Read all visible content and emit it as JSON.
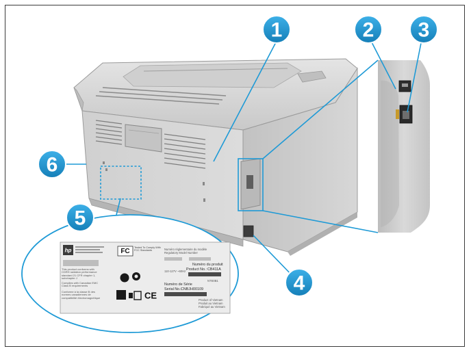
{
  "colors": {
    "callout_fill": "#1e9ad6",
    "callout_stroke": "#ffffff",
    "leader_line": "#1e9ad6",
    "printer_body": "#d6d6d6",
    "label_plate": "#e9e9e9"
  },
  "callouts": [
    {
      "id": "1",
      "label": "1"
    },
    {
      "id": "2",
      "label": "2"
    },
    {
      "id": "3",
      "label": "3"
    },
    {
      "id": "4",
      "label": "4"
    },
    {
      "id": "5",
      "label": "5"
    },
    {
      "id": "6",
      "label": "6"
    }
  ],
  "regulatory_label": {
    "hp_logo_text": "hp",
    "fcc_text": "FC",
    "fcc_sub": "Tested To Comply With FCC Standards",
    "reg_model_line1": "Numéro réglementaire du modèle",
    "reg_model_line2": "Regulatory Model Number",
    "product_line1": "Numéro du produit",
    "product_line2": "Product No.:",
    "product_no": "CB411A",
    "serial_line1": "Numéro de Série",
    "serial_line2": "Serial No.:",
    "serial_no": "CNBJH00109",
    "voltage": "110-127V ~60Hz",
    "made_in1": "Product of Vietnam",
    "made_in2": "Produit au Vietnam",
    "made_in3": "Fabriqué au Vietnam",
    "compliance_1": "This product conforms with CDRH radiation performance standard 21 CFR chapter 1, subchapter J",
    "compliance_2": "Complies with Canadian EMC Class B requirements",
    "compliance_3": "Conforme à la classe B des normes canadiennes de compatibilité électromagnétique",
    "ce_mark": "CE",
    "code": "NTE0B1"
  }
}
